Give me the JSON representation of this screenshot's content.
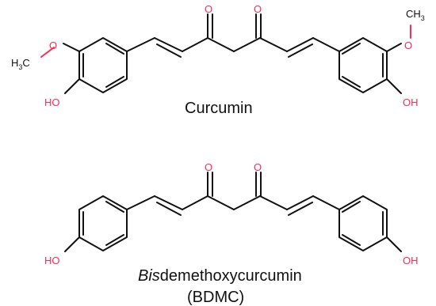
{
  "molecules": {
    "curcumin": {
      "name": "Curcumin",
      "atoms": {
        "left_methyl": "H",
        "left_methyl_sub": "3",
        "left_methyl_c": "C",
        "left_ether_o": "O",
        "left_hydroxyl": "HO",
        "ketone_o1": "O",
        "ketone_o2": "O",
        "right_methyl": "CH",
        "right_methyl_sub": "3",
        "right_ether_o": "O",
        "right_hydroxyl": "OH"
      }
    },
    "bdmc": {
      "name_italic": "Bis",
      "name_rest": "demethoxycurcumin",
      "abbreviation": "(BDMC)",
      "atoms": {
        "left_hydroxyl": "HO",
        "ketone_o1": "O",
        "ketone_o2": "O",
        "right_hydroxyl": "OH"
      }
    }
  },
  "colors": {
    "heteroatom": "#ff2a55",
    "bond": "#111111"
  }
}
